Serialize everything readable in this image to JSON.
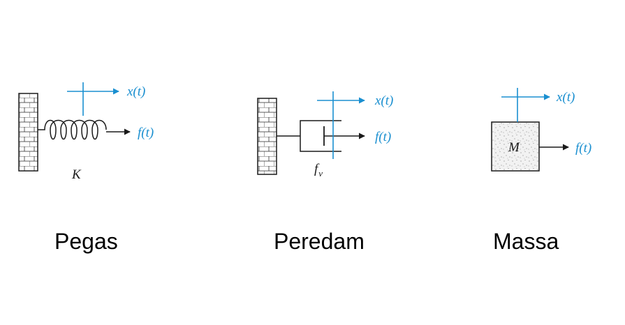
{
  "colors": {
    "signal": "#1a8fd0",
    "line": "#1a1a1a",
    "mass_fill": "#efefef"
  },
  "spring": {
    "displacement_label": "x(t)",
    "force_label": "f(t)",
    "constant_label": "K",
    "caption": "Pegas"
  },
  "damper": {
    "displacement_label": "x(t)",
    "force_label": "f(t)",
    "coefficient_label": "f",
    "coefficient_subscript": "v",
    "caption": "Peredam"
  },
  "mass": {
    "displacement_label": "x(t)",
    "force_label": "f(t)",
    "mass_label": "M",
    "caption": "Massa"
  }
}
